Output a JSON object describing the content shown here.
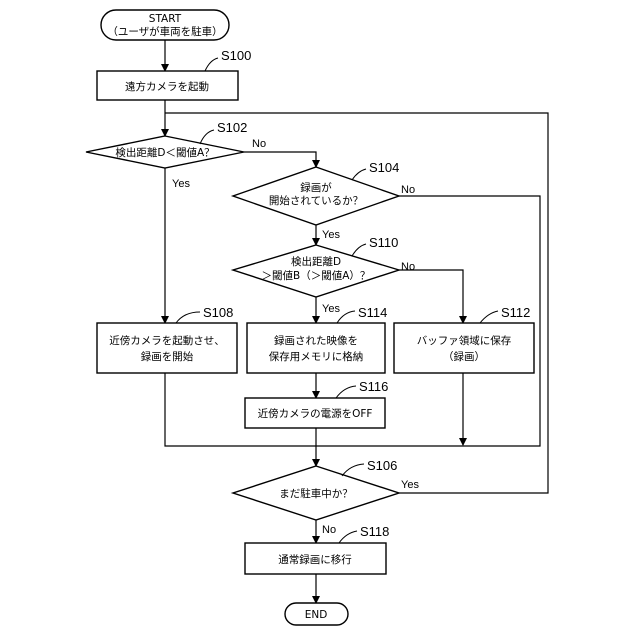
{
  "nodes": {
    "start": {
      "line1": "START",
      "line2": "（ユーザが車両を駐車）"
    },
    "s100": {
      "label": "遠方カメラを起動"
    },
    "s102": {
      "label": "検出距離D＜閾値A？"
    },
    "s104": {
      "line1": "録画が",
      "line2": "開始されているか？"
    },
    "s110": {
      "line1": "検出距離D",
      "line2": "＞閾値B（＞閾値A）？"
    },
    "s108": {
      "line1": "近傍カメラを起動させ、",
      "line2": "録画を開始"
    },
    "s114": {
      "line1": "録画された映像を",
      "line2": "保存用メモリに格納"
    },
    "s112": {
      "line1": "バッファ領域に保存",
      "line2": "（録画）"
    },
    "s116": {
      "label": "近傍カメラの電源をOFF"
    },
    "s106": {
      "label": "まだ駐車中か？"
    },
    "s118": {
      "label": "通常録画に移行"
    },
    "end": {
      "label": "END"
    }
  },
  "step_ids": {
    "s100": "S100",
    "s102": "S102",
    "s104": "S104",
    "s110": "S110",
    "s108": "S108",
    "s114": "S114",
    "s112": "S112",
    "s116": "S116",
    "s106": "S106",
    "s118": "S118"
  },
  "branches": {
    "yes": "Yes",
    "no": "No"
  },
  "colors": {
    "stroke": "#000000",
    "fill": "#ffffff"
  }
}
